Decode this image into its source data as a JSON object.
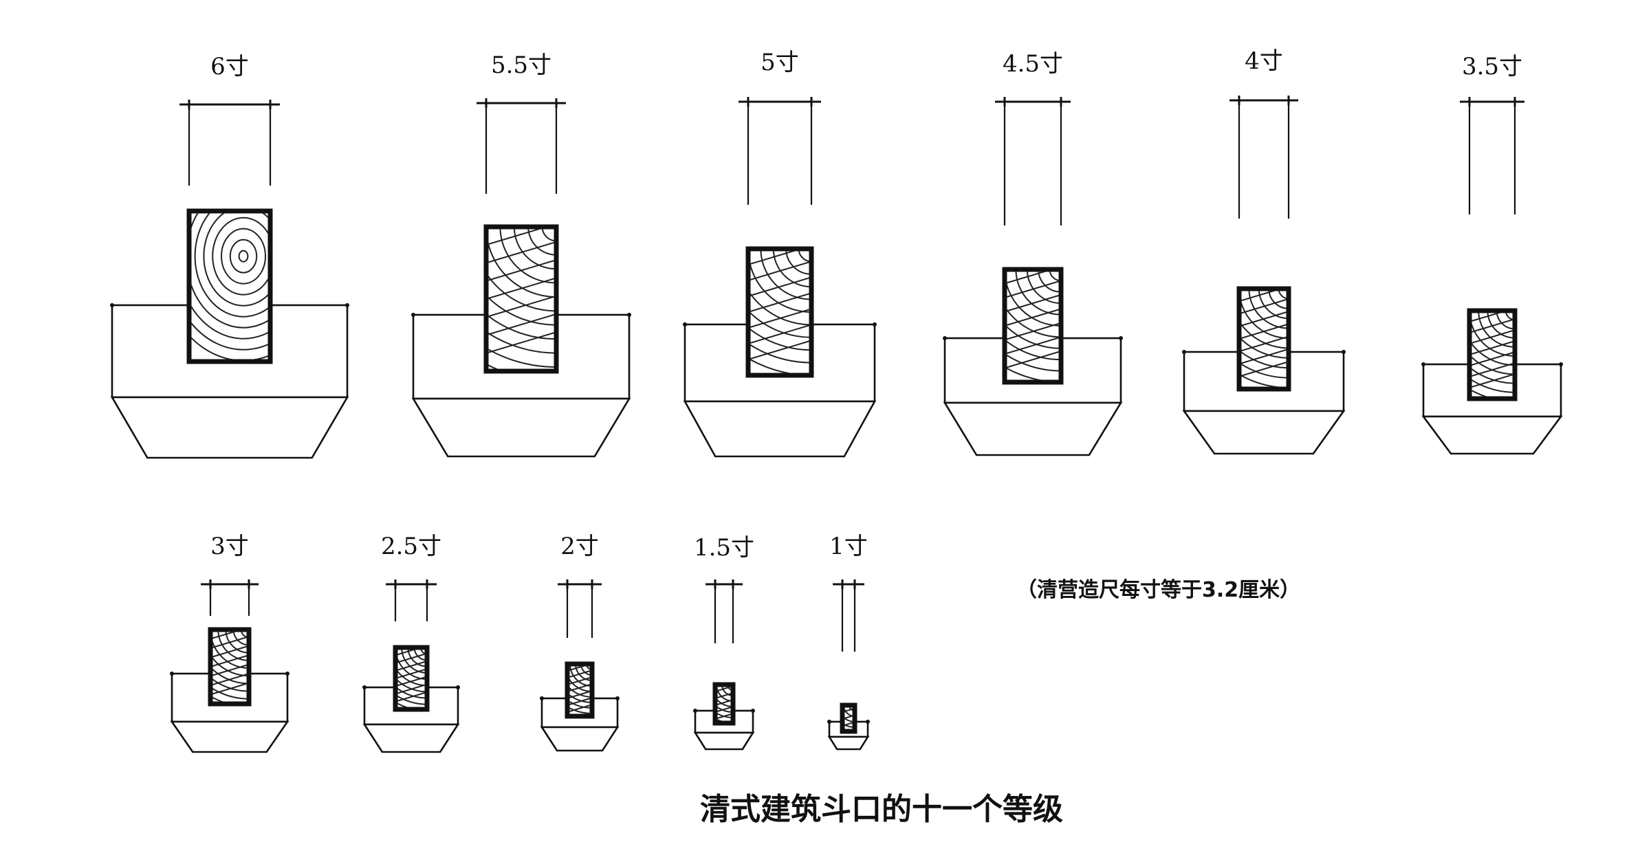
{
  "grades": [
    {
      "label": "6寸",
      "size": 6
    },
    {
      "label": "5.5寸",
      "size": 5.5
    },
    {
      "label": "5寸",
      "size": 5
    },
    {
      "label": "4.5寸",
      "size": 4.5
    },
    {
      "label": "4寸",
      "size": 4
    },
    {
      "label": "3.5寸",
      "size": 3.5
    },
    {
      "label": "3寸",
      "size": 3
    },
    {
      "label": "2.5寸",
      "size": 2.5
    },
    {
      "label": "2寸",
      "size": 2
    },
    {
      "label": "1.5寸",
      "size": 1.5
    },
    {
      "label": "1寸",
      "size": 1
    }
  ],
  "note": "（清营造尺每寸等于3.2厘米）",
  "caption": "清式建筑斗口的十一个等级"
}
